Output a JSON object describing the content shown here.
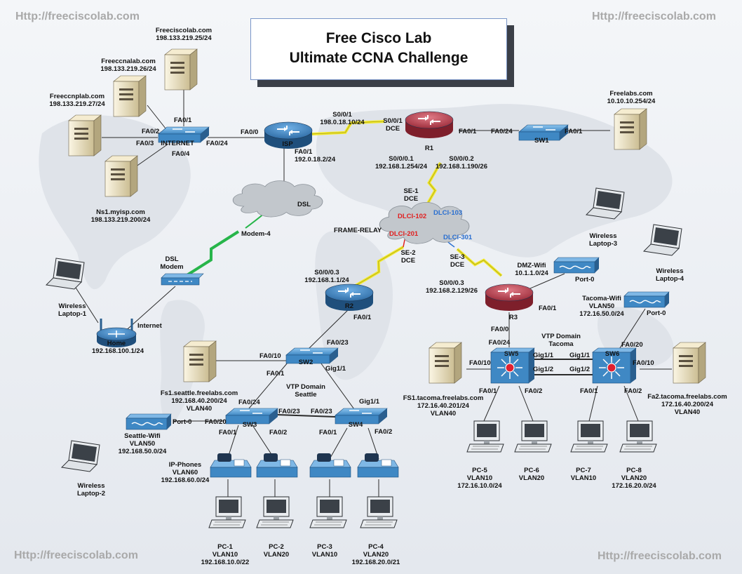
{
  "watermark": "Http://freeciscolab.com",
  "title": {
    "line1": "Free Cisco Lab",
    "line2": "Ultimate CCNA Challenge"
  },
  "colors": {
    "router_blue": "#3d7fb8",
    "router_red": "#b83a4a",
    "switch_blue": "#3f88c4",
    "serial_yellow": "#f3ea2a",
    "cloud": "#c2c7cc",
    "label_red": "#e02020",
    "label_blue": "#2a6fd0",
    "server_beige": "#e8dcb8"
  },
  "labels": {
    "freeciscolab": [
      "Freeciscolab.com",
      "198.133.219.25/24"
    ],
    "freeccnalab": [
      "Freeccnalab.com",
      "198.133.219.26/24"
    ],
    "freeccnplab": [
      "Freeccnplab.com",
      "198.133.219.27/24"
    ],
    "ns1": [
      "Ns1.myisp.com",
      "198.133.219.200/24"
    ],
    "inet_fa01": "FA0/1",
    "inet_fa02": "FA0/2",
    "inet_fa03": "FA0/3",
    "inet_fa04": "FA0/4",
    "inet_fa024": "FA0/24",
    "internet_sw": "INTERNET",
    "isp_fa00": "FA0/0",
    "isp": "ISP",
    "isp_fa01": [
      "FA0/1",
      "192.0.18.2/24"
    ],
    "isp_s001": [
      "S0/0/1",
      "198.0.18.10/24"
    ],
    "r1_s001": [
      "S0/0/1",
      "DCE"
    ],
    "r1": "R1",
    "r1_s0001": [
      "S0/0/0.1",
      "192.168.1.254/24"
    ],
    "r1_s0002": [
      "S0/0/0.2",
      "192.168.1.190/26"
    ],
    "r1_fa01": "FA0/1",
    "sw1_fa024": "FA0/24",
    "sw1": "SW1",
    "sw1_fa01": "FA0/1",
    "freelabs": [
      "Freelabs.com",
      "10.10.10.254/24"
    ],
    "dsl": "DSL",
    "modem4": "Modem-4",
    "dsl_modem": [
      "DSL",
      "Modem"
    ],
    "internet": "Internet",
    "home": "Home",
    "home_ip": "192.168.100.1/24",
    "laptop1": [
      "Wireless",
      "Laptop-1"
    ],
    "laptop2": [
      "Wireless",
      "Laptop-2"
    ],
    "laptop3": [
      "Wireless",
      "Laptop-3"
    ],
    "laptop4": [
      "Wireless",
      "Laptop-4"
    ],
    "frame_relay": "FRAME-RELAY",
    "se1": [
      "SE-1",
      "DCE"
    ],
    "se2": [
      "SE-2",
      "DCE"
    ],
    "se3": [
      "SE-3",
      "DCE"
    ],
    "dlci102": "DLCI-102",
    "dlci103": "DLCI-103",
    "dlci201": "DLCI-201",
    "dlci301": "DLCI-301",
    "r2_s0003": [
      "S0/0/0.3",
      "192.168.1.1/24"
    ],
    "r2": "R2",
    "r2_fa01": "FA0/1",
    "r3_s0003": [
      "S0/0/0.3",
      "192.168.2.129/26"
    ],
    "r3": "R3",
    "r3_fa01": "FA0/1",
    "r3_fa00": "FA0/0",
    "dmz_wifi": [
      "DMZ-Wifi",
      "10.1.1.0/24"
    ],
    "dmz_port": "Port-0",
    "tacoma_wifi": [
      "Tacoma-Wifi",
      "VLAN50",
      "172.16.50.0/24"
    ],
    "tacoma_port": "Port-0",
    "sw2": "SW2",
    "sw2_fa010": "FA0/10",
    "sw2_fa023": "FA0/23",
    "sw2_fa01": "FA0/1",
    "sw2_gig11": "Gig1/1",
    "vtp_seattle": [
      "VTP Domain",
      "Seattle"
    ],
    "fs1_seattle": [
      "Fs1.seattle.freelabs.com",
      "192.168.40.200/24",
      "VLAN40"
    ],
    "seattle_wifi": [
      "Seattle-Wifi",
      "VLAN50",
      "192.168.50.0/24"
    ],
    "seattle_port": "Port-0",
    "sw3": "SW3",
    "sw3_fa024": "FA0/24",
    "sw3_fa023": "FA0/23",
    "sw3_fa020": "FA0/20",
    "sw3_fa01": "FA0/1",
    "sw3_fa02": "FA0/2",
    "sw4": "SW4",
    "sw4_fa023": "FA0/23",
    "sw4_gig11": "Gig1/1",
    "sw4_fa01": "FA0/1",
    "sw4_fa02": "FA0/2",
    "ip_phones": [
      "IP-Phones",
      "VLAN60",
      "192.168.60.0/24"
    ],
    "pc1": [
      "PC-1",
      "VLAN10",
      "192.168.10.0/22"
    ],
    "pc2": [
      "PC-2",
      "VLAN20"
    ],
    "pc3": [
      "PC-3",
      "VLAN10"
    ],
    "pc4": [
      "PC-4",
      "VLAN20",
      "192.168.20.0/21"
    ],
    "sw5": "SW5",
    "sw5_fa024": "FA0/24",
    "sw5_fa010": "FA0/10",
    "sw5_gig11": "Gig1/1",
    "sw5_gig12": "Gig1/2",
    "sw5_fa01": "FA0/1",
    "sw5_fa02": "FA0/2",
    "vtp_tacoma": [
      "VTP Domain",
      "Tacoma"
    ],
    "sw6": "SW6",
    "sw6_gig11": "Gig1/1",
    "sw6_gig12": "Gig1/2",
    "sw6_fa020": "FA0/20",
    "sw6_fa010": "FA0/10",
    "sw6_fa01": "FA0/1",
    "sw6_fa02": "FA0/2",
    "fs1_tacoma": [
      "FS1.tacoma.freelabs.com",
      "172.16.40.201/24",
      "VLAN40"
    ],
    "fa2_tacoma": [
      "Fa2.tacoma.freelabs.com",
      "172.16.40.200/24",
      "VLAN40"
    ],
    "pc5": [
      "PC-5",
      "VLAN10",
      "172.16.10.0/24"
    ],
    "pc6": [
      "PC-6",
      "VLAN20"
    ],
    "pc7": [
      "PC-7",
      "VLAN10"
    ],
    "pc8": [
      "PC-8",
      "VLAN20",
      "172.16.20.0/24"
    ]
  }
}
